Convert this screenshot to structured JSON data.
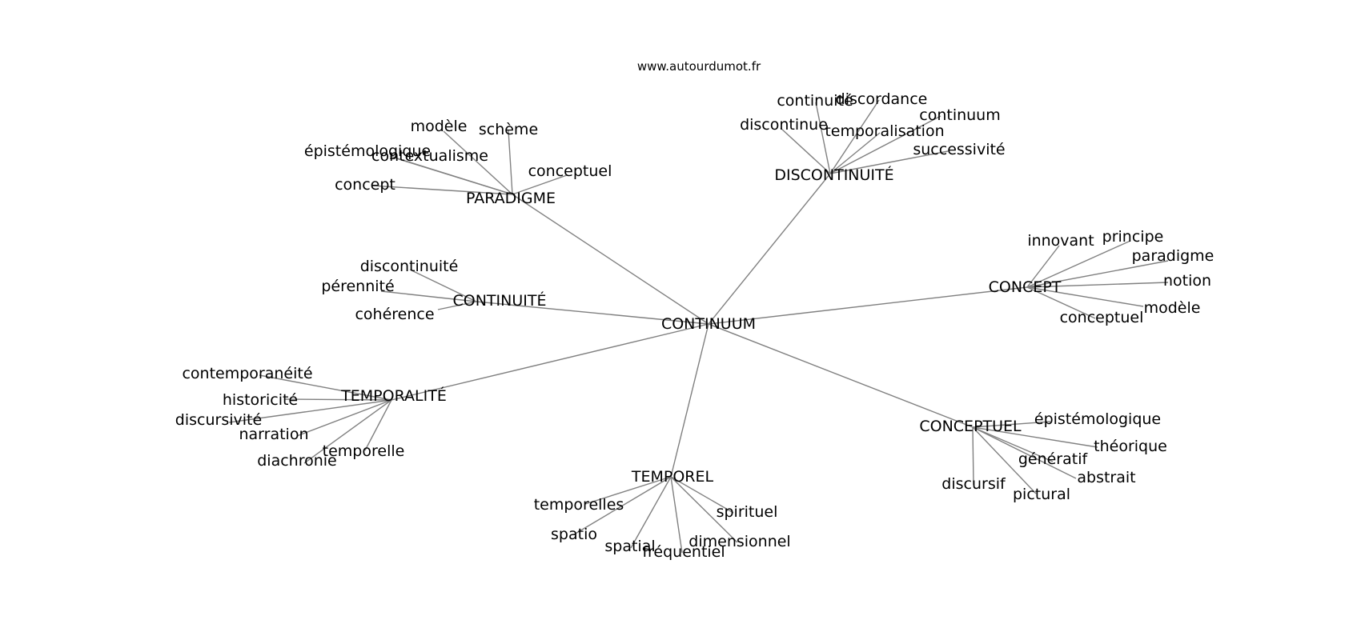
{
  "source_label": "www.autourdumot.fr",
  "colors": {
    "edge": "#808080",
    "text": "#000000",
    "background": "#ffffff"
  },
  "center": "CONTINUUM",
  "clusters": [
    {
      "hub": "PARADIGME",
      "leaves": [
        "modèle",
        "schème",
        "épistémologique",
        "contextualisme",
        "conceptuel",
        "concept"
      ]
    },
    {
      "hub": "DISCONTINUITÉ",
      "leaves": [
        "continuité",
        "discordance",
        "continuum",
        "discontinue",
        "temporalisation",
        "successivité"
      ]
    },
    {
      "hub": "CONCEPT",
      "leaves": [
        "innovant",
        "principe",
        "paradigme",
        "notion",
        "modèle",
        "conceptuel"
      ]
    },
    {
      "hub": "CONTINUITÉ",
      "leaves": [
        "discontinuité",
        "pérennité",
        "cohérence"
      ]
    },
    {
      "hub": "TEMPORALITÉ",
      "leaves": [
        "contemporanéité",
        "historicité",
        "discursivité",
        "narration",
        "diachronie",
        "temporelle"
      ]
    },
    {
      "hub": "CONCEPTUEL",
      "leaves": [
        "épistémologique",
        "théorique",
        "génératif",
        "abstrait",
        "discursif",
        "pictural"
      ]
    },
    {
      "hub": "TEMPOREL",
      "leaves": [
        "temporelles",
        "spirituel",
        "spatio",
        "dimensionnel",
        "spatial",
        "fréquentiel"
      ]
    }
  ]
}
